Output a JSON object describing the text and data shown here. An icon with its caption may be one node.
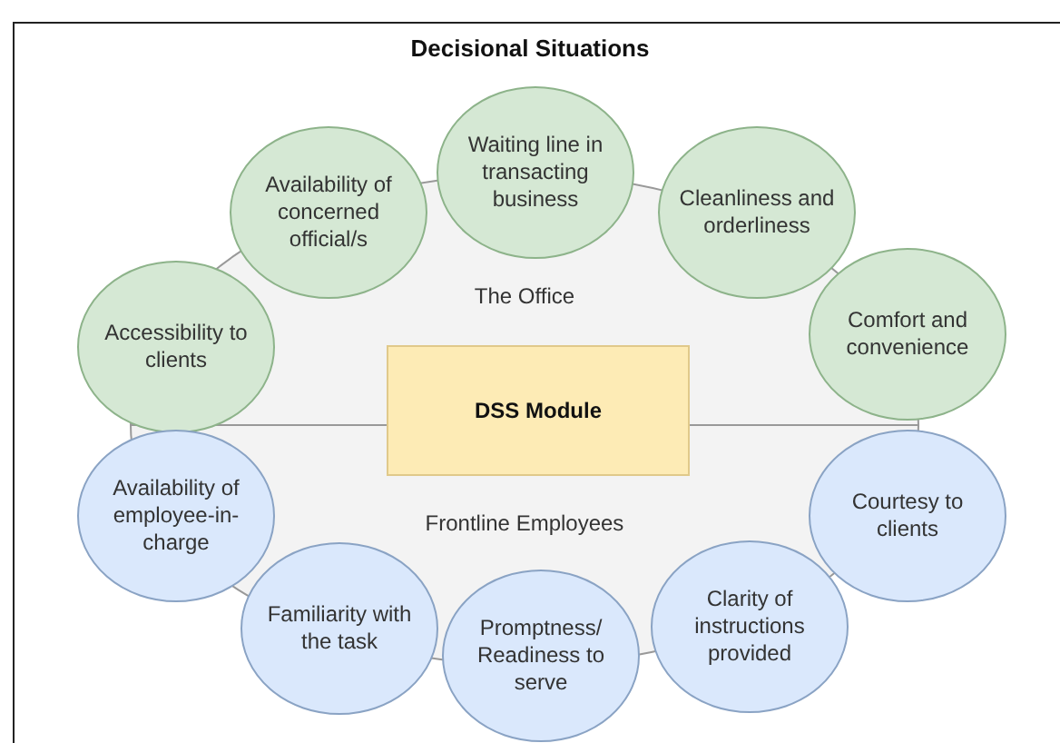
{
  "diagram": {
    "title": "Decisional Situations",
    "nodes": [
      {
        "text": [
          "The Office"
        ]
      },
      {
        "text": [
          "Frontline Employees"
        ]
      },
      {
        "text": [
          "DSS Module"
        ]
      },
      {
        "text": [
          "Accessibility to clients"
        ]
      },
      {
        "text": [
          "Availability of concerned official/s"
        ]
      },
      {
        "text": [
          "Waiting line in transacting business"
        ]
      },
      {
        "text": [
          "Cleanliness and orderliness"
        ]
      },
      {
        "text": [
          "Comfort and convenience"
        ]
      },
      {
        "text": [
          "Availability of employee-in-charge"
        ]
      },
      {
        "text": [
          "Familiarity with the task"
        ]
      },
      {
        "text": [
          "Promptness/ Readiness to serve"
        ]
      },
      {
        "text": [
          "Clarity of instructions provided"
        ]
      },
      {
        "text": [
          "Courtesy to clients"
        ]
      }
    ],
    "edges": []
  }
}
